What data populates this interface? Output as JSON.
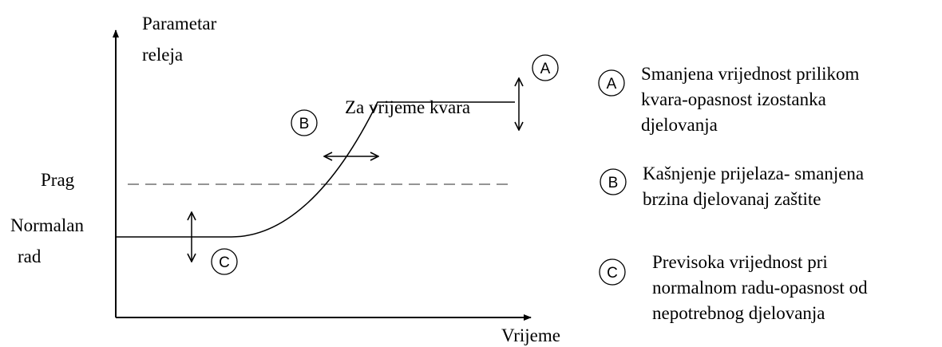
{
  "axes": {
    "y_label_lines": [
      "Parametar",
      "releja"
    ],
    "x_label": "Vrijeme"
  },
  "labels": {
    "threshold": "Prag",
    "normal_lines": [
      "Normalan",
      "rad"
    ],
    "fault": "Za vrijeme kvara"
  },
  "markers": [
    "A",
    "B",
    "C"
  ],
  "legend": [
    {
      "marker": "A",
      "lines": [
        "Smanjena vrijednost prilikom",
        "kvara-opasnost  izostanka",
        "djelovanja"
      ]
    },
    {
      "marker": "B",
      "lines": [
        "Kašnjenje prijelaza- smanjena",
        "brzina djelovanaj zaštite"
      ]
    },
    {
      "marker": "C",
      "lines": [
        "Previsoka vrijednost pri",
        "normalnom radu-opasnost od",
        "nepotrebnog djelovanja"
      ]
    }
  ]
}
